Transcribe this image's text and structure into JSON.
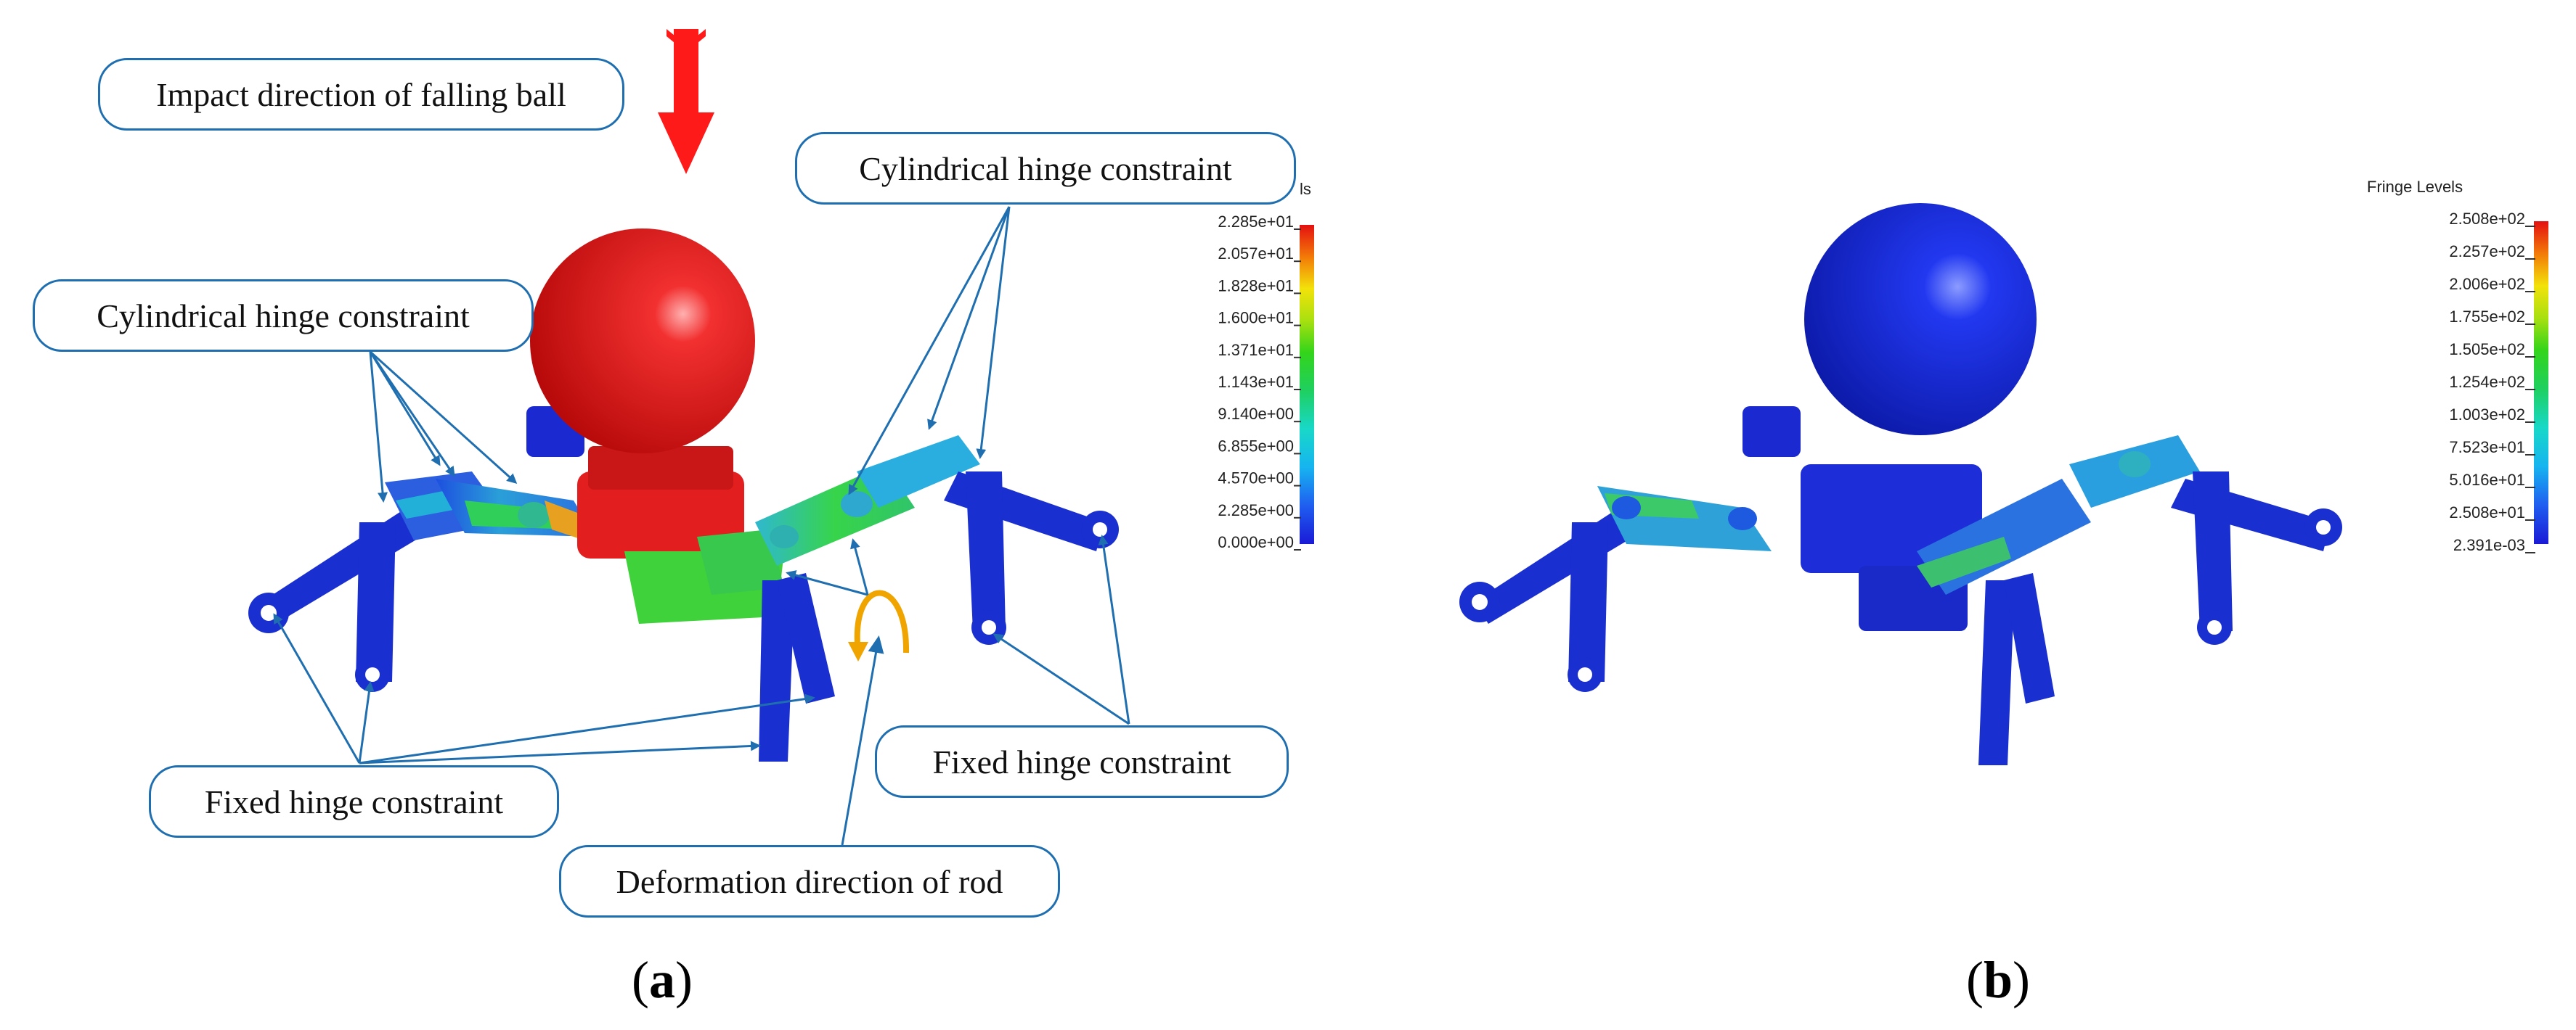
{
  "panel_a": {
    "label_open": "(",
    "label_letter": "a",
    "label_close": ")",
    "callouts": {
      "impact": "Impact direction of falling ball",
      "cyl_right": "Cylindrical hinge constraint",
      "cyl_left": "Cylindrical hinge constraint",
      "fixed_right": "Fixed hinge constraint",
      "fixed_left": "Fixed hinge constraint",
      "deformation": "Deformation direction of rod"
    },
    "legend": {
      "title_fragment": "ls",
      "levels": [
        "2.285e+01",
        "2.057e+01",
        "1.828e+01",
        "1.600e+01",
        "1.371e+01",
        "1.143e+01",
        "9.140e+00",
        "6.855e+00",
        "4.570e+00",
        "2.285e+00",
        "0.000e+00"
      ]
    },
    "colors": {
      "ball": "#e3191c",
      "structure": "#1a2fd0",
      "accent": "#1f6fb0",
      "arrow": "#ff1a1a",
      "curl": "#f0a400"
    }
  },
  "panel_b": {
    "label_open": "(",
    "label_letter": "b",
    "label_close": ")",
    "legend": {
      "title": "Fringe Levels",
      "levels": [
        "2.508e+02",
        "2.257e+02",
        "2.006e+02",
        "1.755e+02",
        "1.505e+02",
        "1.254e+02",
        "1.003e+02",
        "7.523e+01",
        "5.016e+01",
        "2.508e+01",
        "2.391e-03"
      ]
    },
    "colors": {
      "ball": "#1b2fe0"
    }
  }
}
